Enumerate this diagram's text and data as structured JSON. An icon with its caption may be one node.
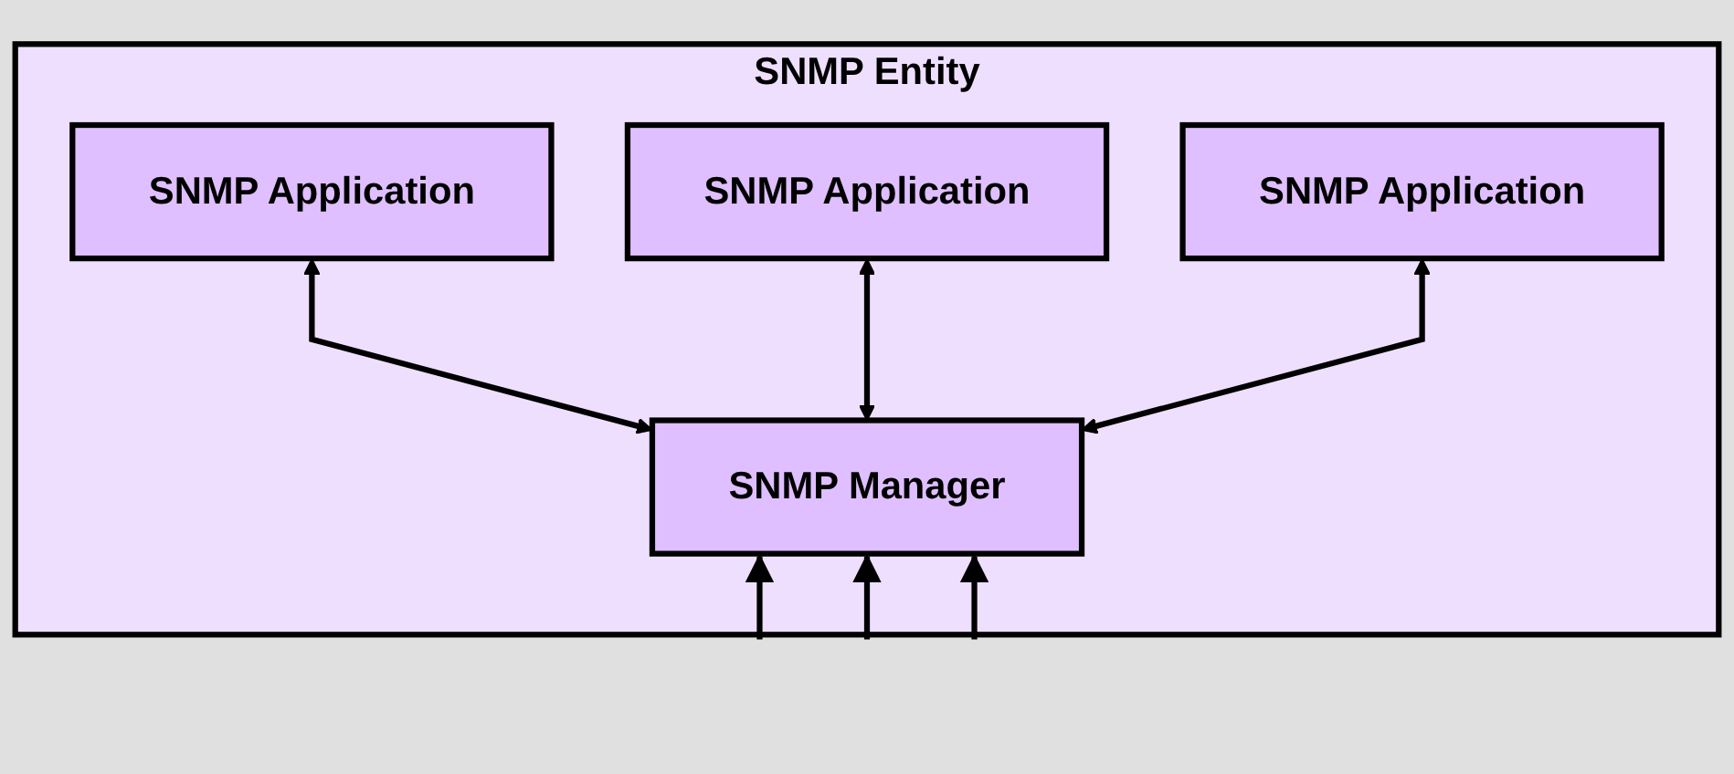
{
  "diagram": {
    "nodes": [
      {
        "text": [
          "SNMP Entity"
        ]
      },
      {
        "text": [
          "SNMP Application"
        ],
        "in": 0
      },
      {
        "text": [
          "SNMP Application"
        ],
        "in": 0
      },
      {
        "text": [
          "SNMP Application"
        ],
        "in": 0
      },
      {
        "text": [
          "SNMP Manager"
        ],
        "in": 0
      }
    ],
    "edges": [
      {
        "from": 1,
        "to": 4,
        "arrow": "both"
      },
      {
        "from": 2,
        "to": 4,
        "arrow": "both"
      },
      {
        "from": 3,
        "to": 4,
        "arrow": "both"
      },
      {
        "from": null,
        "to": 4,
        "arrow": "to"
      },
      {
        "from": null,
        "to": 4,
        "arrow": "to"
      },
      {
        "from": null,
        "to": 4,
        "arrow": "to"
      }
    ]
  }
}
